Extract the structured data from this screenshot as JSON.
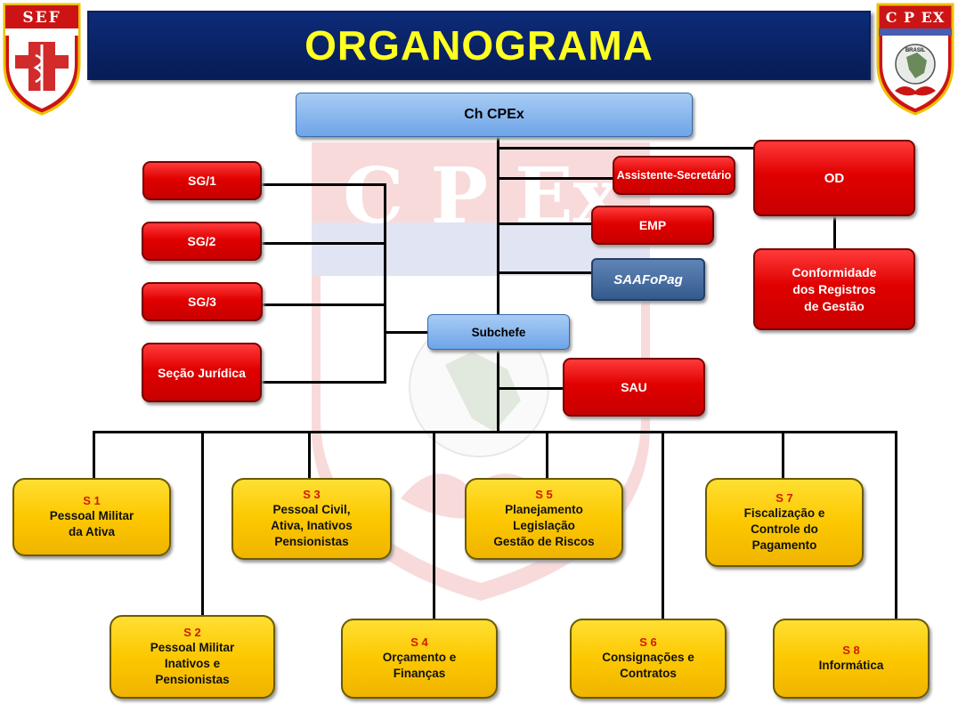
{
  "title": "ORGANOGRAMA",
  "badges": {
    "left_text": "SEF",
    "right_text": "C P EX",
    "right_inner_text": "BRASIL"
  },
  "watermark_text": "C P Ex",
  "colors": {
    "title_bg": "#0d2b78",
    "title_text": "#ffff22",
    "red_box": "#e00000",
    "yellow_box": "#fcc800",
    "blue_box": "#8bb8ee",
    "section_code": "#d11b00"
  },
  "nodes": {
    "ch_cpex": "Ch CPEx",
    "sg1": "SG/1",
    "sg2": "SG/2",
    "sg3": "SG/3",
    "secao_juridica": "Seção Jurídica",
    "assistente": "Assistente-Secretário",
    "emp": "EMP",
    "saafopag": "SAAFoPag",
    "od": "OD",
    "conformidade": [
      "Conformidade",
      "dos Registros",
      "de Gestão"
    ],
    "subchefe": "Subchefe",
    "sau": "SAU"
  },
  "sections": {
    "s1": {
      "code": "S 1",
      "lines": [
        "Pessoal  Militar",
        "da Ativa"
      ]
    },
    "s2": {
      "code": "S 2",
      "lines": [
        "Pessoal  Militar",
        "Inativos e",
        "Pensionistas"
      ]
    },
    "s3": {
      "code": "S 3",
      "lines": [
        "Pessoal Civil,",
        "Ativa, Inativos",
        "Pensionistas"
      ]
    },
    "s4": {
      "code": "S 4",
      "lines": [
        "Orçamento e",
        "Finanças"
      ]
    },
    "s5": {
      "code": "S 5",
      "lines": [
        "Planejamento",
        "Legislação",
        "Gestão de Riscos"
      ]
    },
    "s6": {
      "code": "S 6",
      "lines": [
        "Consignações e",
        "Contratos"
      ]
    },
    "s7": {
      "code": "S 7",
      "lines": [
        "Fiscalização e",
        "Controle do",
        "Pagamento"
      ]
    },
    "s8": {
      "code": "S 8",
      "lines": [
        "Informática"
      ]
    }
  }
}
